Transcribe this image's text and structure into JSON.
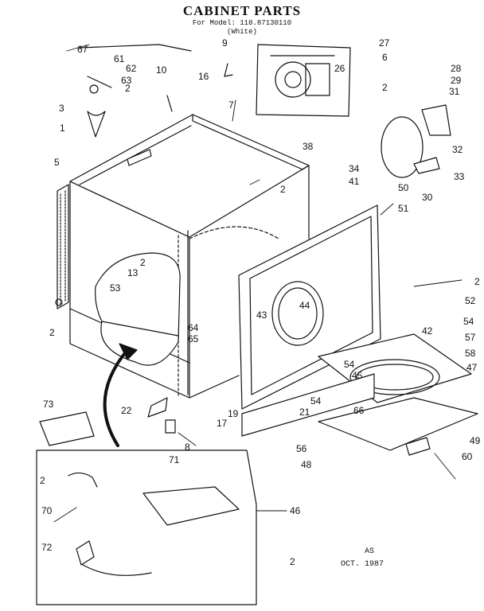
{
  "header": {
    "title": "CABINET PARTS",
    "model_line": "For Model: 110.87130110",
    "variant": "(White)"
  },
  "callouts": [
    "1",
    "2",
    "3",
    "5",
    "6",
    "7",
    "8",
    "9",
    "10",
    "13",
    "16",
    "17",
    "19",
    "21",
    "22",
    "26",
    "27",
    "28",
    "29",
    "30",
    "31",
    "32",
    "33",
    "34",
    "38",
    "41",
    "42",
    "43",
    "44",
    "45",
    "46",
    "47",
    "48",
    "49",
    "50",
    "51",
    "52",
    "53",
    "54",
    "56",
    "57",
    "58",
    "60",
    "61",
    "62",
    "63",
    "64",
    "65",
    "66",
    "67",
    "70",
    "71",
    "72",
    "73"
  ],
  "footer": {
    "initials": "AS",
    "date": "OCT. 1987"
  }
}
